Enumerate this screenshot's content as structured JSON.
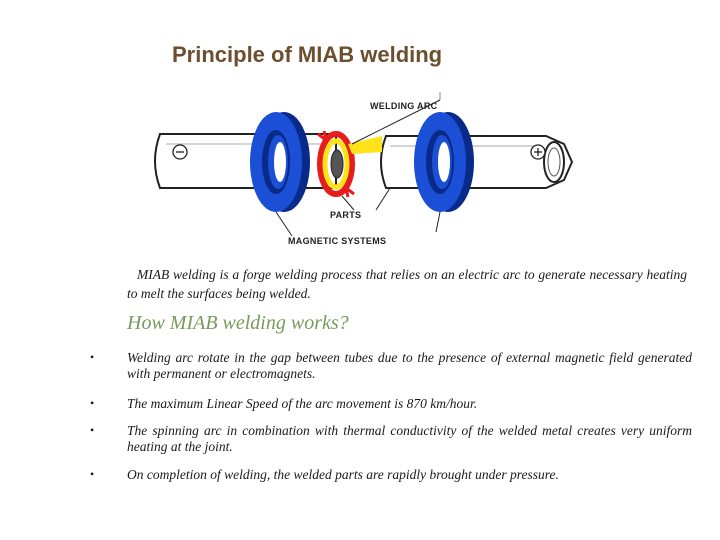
{
  "title": "Principle of MIAB welding",
  "diagram": {
    "label_arc": "WELDING ARC",
    "label_parts": "PARTS",
    "label_magnets": "MAGNETIC SYSTEMS",
    "colors": {
      "magnet": "#1a4fd6",
      "magnet_dark": "#0a2a8a",
      "arc_outer": "#e81c1c",
      "arc_inner": "#ffe21a"
    }
  },
  "intro": "MIAB welding is a forge welding process that relies on an electric arc to generate necessary heating to melt the surfaces being welded.",
  "subheading": "How MIAB welding works?",
  "bullets": [
    {
      "marker": "•",
      "text": "Welding arc rotate in the gap between tubes due to the presence of external magnetic field generated with permanent or electromagnets."
    },
    {
      "marker": "•",
      "text": "The maximum Linear Speed of the arc movement is 870 km/hour."
    },
    {
      "marker": "•",
      "text": "The spinning arc in combination with thermal conductivity of the welded metal creates very uniform heating at the joint."
    },
    {
      "marker": "•",
      "text": "On completion of welding, the welded parts are rapidly brought under pressure."
    }
  ]
}
